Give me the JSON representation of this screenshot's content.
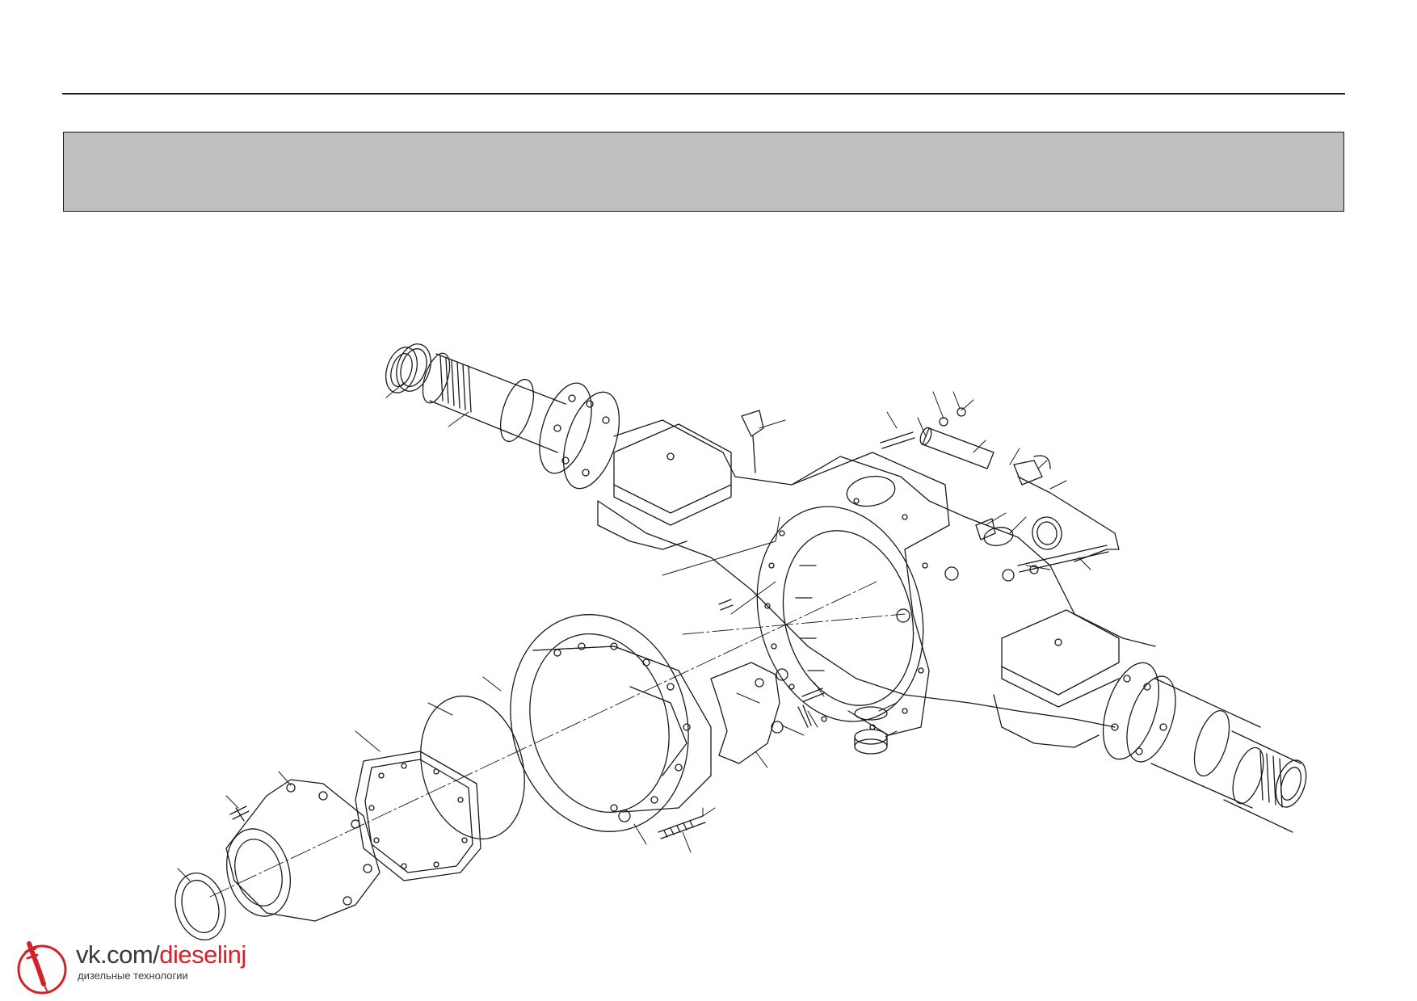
{
  "header": {
    "title": "",
    "band_color": "#bfbfbf"
  },
  "figure": {
    "subject": "axle-housing-exploded-view",
    "callout_numbers_shown": false
  },
  "watermark": {
    "url_prefix": "vk.com/",
    "url_accent": "dieselinj",
    "tagline": "дизельные технологии",
    "accent_color": "#d2232a"
  }
}
